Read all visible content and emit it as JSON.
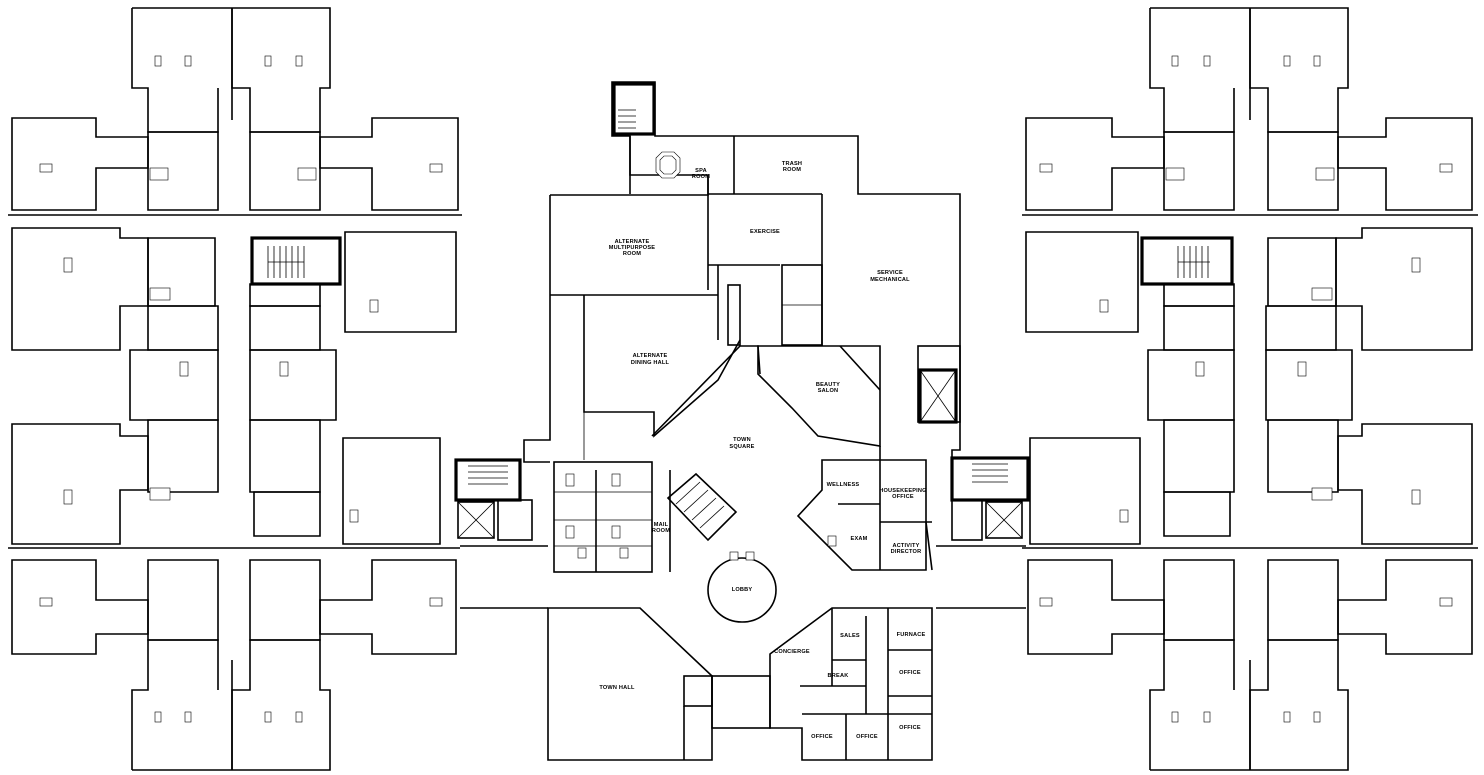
{
  "colors": {
    "background": "#ffffff",
    "lines": "#000000"
  },
  "rooms": {
    "spa_room": [
      "SPA",
      "ROOM"
    ],
    "trash_room": [
      "TRASH",
      "ROOM"
    ],
    "multipurpose": [
      "ALTERNATE",
      "MULTIPURPOSE",
      "ROOM"
    ],
    "exercise": "EXERCISE",
    "service_mechanical": [
      "SERVICE",
      "MECHANICAL"
    ],
    "dining_hall": [
      "ALTERNATE",
      "DINING HALL"
    ],
    "beauty_salon": [
      "BEAUTY",
      "SALON"
    ],
    "town_square": [
      "TOWN",
      "SQUARE"
    ],
    "wellness": "WELLNESS",
    "housekeeping_office": [
      "HOUSEKEEPING",
      "OFFICE"
    ],
    "exam": "EXAM",
    "activity_director": [
      "ACTIVITY",
      "DIRECTOR"
    ],
    "mail_room": [
      "MAIL",
      "ROOM"
    ],
    "lobby": "LOBBY",
    "sales": "SALES",
    "furnace": "FURNACE",
    "concierge": "CONCIERGE",
    "break": "BREAK",
    "office": "OFFICE",
    "town_hall": "TOWN HALL"
  }
}
